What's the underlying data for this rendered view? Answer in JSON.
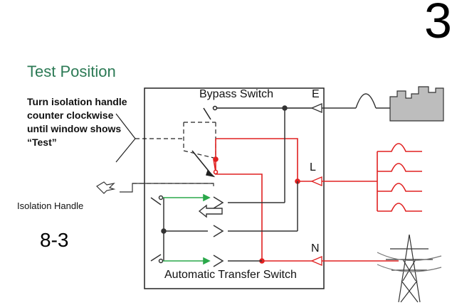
{
  "page_number": "3",
  "heading": "Test Position",
  "instruction": "Turn isolation handle counter clockwise until window shows “Test”",
  "isolation_label": "Isolation Handle",
  "figure_number": "8-3",
  "bypass_label": "Bypass Switch",
  "ats_label": "Automatic Transfer Switch",
  "letters": {
    "emergency": "E",
    "load": "L",
    "normal": "N"
  },
  "colors": {
    "heading": "#2c7a55",
    "live": "#e02020",
    "transfer": "#2aa84a",
    "wire": "#333333",
    "generator": "#bdbdbd"
  },
  "icons": [
    "generator-icon",
    "load-coils-icon",
    "transmission-tower-icon",
    "isolation-handle-icon"
  ]
}
